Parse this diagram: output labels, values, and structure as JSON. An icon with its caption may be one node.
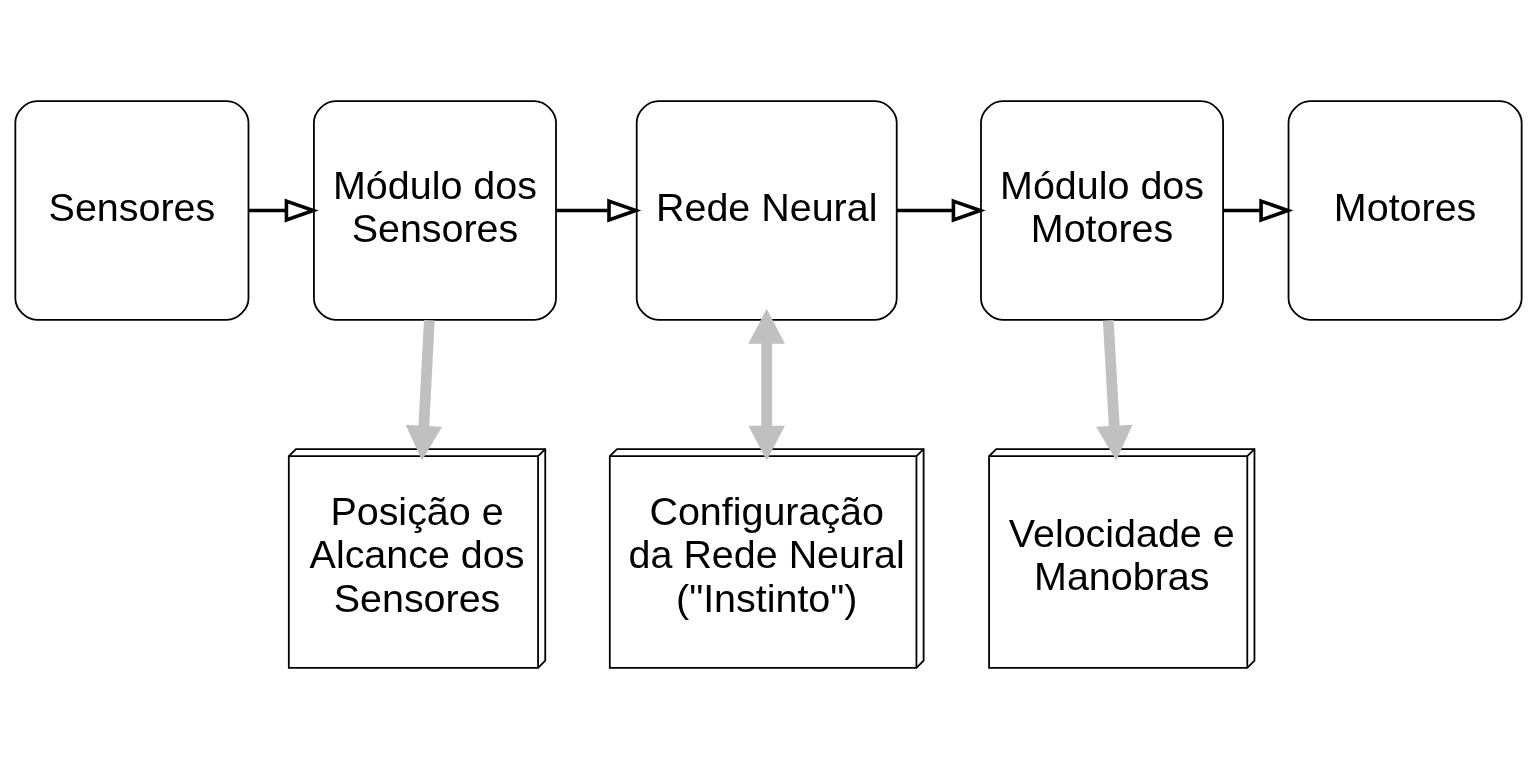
{
  "diagram": {
    "nodes": [
      {
        "text": [
          "Sensores"
        ]
      },
      {
        "text": [
          "Módulo dos Sensores"
        ]
      },
      {
        "text": [
          "Rede Neural"
        ]
      },
      {
        "text": [
          "Módulo dos Motores"
        ]
      },
      {
        "text": [
          "Motores"
        ]
      },
      {
        "text": [
          "Posição e Alcance dos Sensores"
        ]
      },
      {
        "text": [
          "Configuração da Rede Neural (\"Instinto\")"
        ]
      },
      {
        "text": [
          "Velocidade e Manobras"
        ]
      }
    ],
    "edges": [
      {
        "from": 0,
        "to": 1,
        "arrow": "to"
      },
      {
        "from": 1,
        "to": 2,
        "arrow": "to"
      },
      {
        "from": 2,
        "to": 3,
        "arrow": "to"
      },
      {
        "from": 3,
        "to": 4,
        "arrow": "to"
      },
      {
        "from": 1,
        "to": 5,
        "arrow": "to",
        "style": "thick",
        "color": "#c0c0c0"
      },
      {
        "from": 2,
        "to": 6,
        "arrow": "both",
        "style": "thick",
        "color": "#c0c0c0"
      },
      {
        "from": 3,
        "to": 7,
        "arrow": "to",
        "style": "thick",
        "color": "#c0c0c0"
      }
    ]
  }
}
